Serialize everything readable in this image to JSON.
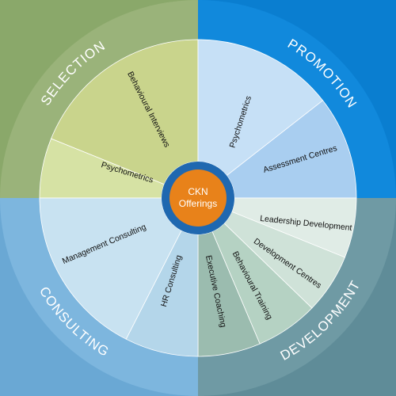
{
  "center": {
    "lines": [
      "CKN",
      "Offerings"
    ],
    "color": "#e8821a",
    "ring_color": "#1f68b0"
  },
  "quadrants": [
    {
      "key": "selection",
      "label": "SELECTION",
      "corner_color": "#8aa86a",
      "ring_color": "#9ab37a",
      "items": [
        {
          "label": "Behavioural Interviews",
          "color": "#c9d48c"
        },
        {
          "label": "Psychometrics",
          "color": "#d6e2a4"
        }
      ]
    },
    {
      "key": "promotion",
      "label": "PROMOTION",
      "corner_color": "#0a7ed0",
      "ring_color": "#1189dc",
      "items": [
        {
          "label": "Psychometrics",
          "color": "#c6e0f6"
        },
        {
          "label": "Assessment Centres",
          "color": "#a9cef0"
        }
      ]
    },
    {
      "key": "development",
      "label": "DEVELOPMENT",
      "corner_color": "#5f8c98",
      "ring_color": "#6f9aa4",
      "items": [
        {
          "label": "Leadership Development",
          "color": "#e0ece6"
        },
        {
          "label": "Development Centres",
          "color": "#cfe2d8"
        },
        {
          "label": "Behavioural Training",
          "color": "#b5d2c3"
        },
        {
          "label": "Executive Coaching",
          "color": "#9bbcaf"
        }
      ]
    },
    {
      "key": "consulting",
      "label": "CONSULTING",
      "corner_color": "#6aa8d4",
      "ring_color": "#7db6de",
      "items": [
        {
          "label": "HR Consulting",
          "color": "#b4d6ea"
        },
        {
          "label": "Management Consulting",
          "color": "#c8e2f1"
        }
      ]
    }
  ]
}
